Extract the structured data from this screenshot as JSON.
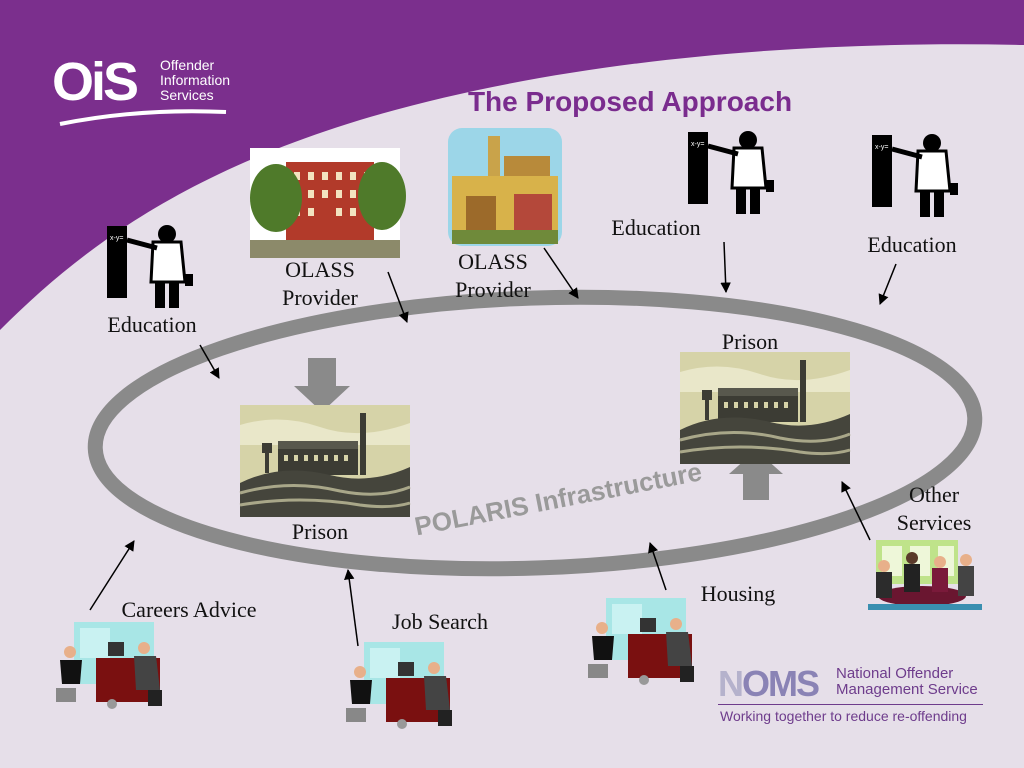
{
  "slide": {
    "title": "The Proposed Approach",
    "ring_label": "POLARIS Infrastructure",
    "colors": {
      "purple": "#7b2f8d",
      "background": "#e6dfe9",
      "ring": "#8a8a8a"
    }
  },
  "ois_logo": {
    "mark": "OiS",
    "lines": [
      "Offender",
      "Information",
      "Services"
    ]
  },
  "noms_logo": {
    "mark_a": "N",
    "mark_b": "OMS",
    "name_line1": "National Offender",
    "name_line2": "Management Service",
    "tagline": "Working together to reduce re-offending"
  },
  "nodes": {
    "education_left": "Education",
    "olass_left_1": "OLASS",
    "olass_left_2": "Provider",
    "olass_right_1": "OLASS",
    "olass_right_2": "Provider",
    "education_mid": "Education",
    "education_right": "Education",
    "prison_left": "Prison",
    "prison_right": "Prison",
    "other_services_1": "Other",
    "other_services_2": "Services",
    "careers_advice": "Careers Advice",
    "job_search": "Job Search",
    "housing": "Housing"
  },
  "icons": [
    "teacher-blackboard-icon",
    "school-building-icon",
    "castle-village-icon",
    "prison-landscape-icon",
    "office-meeting-icon",
    "team-meeting-icon"
  ]
}
